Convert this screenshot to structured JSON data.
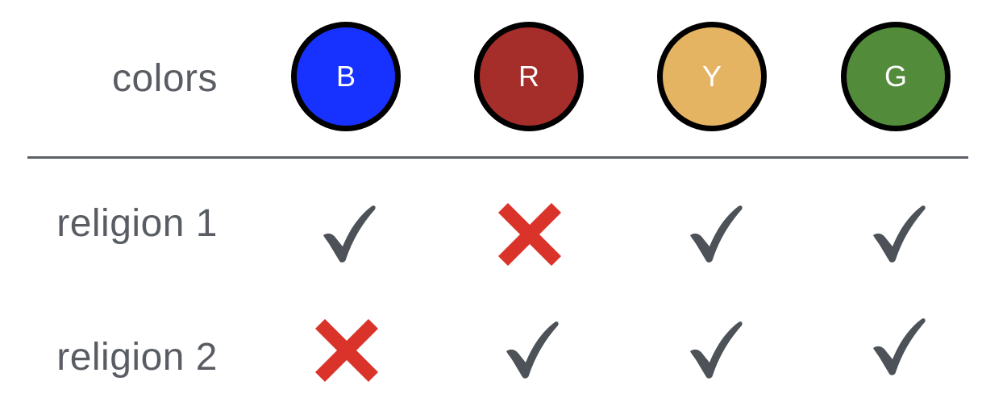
{
  "header_label": "colors",
  "colors": [
    {
      "letter": "B",
      "fill": "#1732ff"
    },
    {
      "letter": "R",
      "fill": "#a52e2b"
    },
    {
      "letter": "Y",
      "fill": "#e5b463"
    },
    {
      "letter": "G",
      "fill": "#528b3a"
    }
  ],
  "rows": [
    {
      "label": "religion  1",
      "marks": [
        "check",
        "cross",
        "check",
        "check"
      ]
    },
    {
      "label": "religion  2",
      "marks": [
        "cross",
        "check",
        "check",
        "check"
      ]
    }
  ],
  "mark_colors": {
    "check": "#4d5259",
    "cross": "#d9332a",
    "divider": "#5b5f66"
  }
}
